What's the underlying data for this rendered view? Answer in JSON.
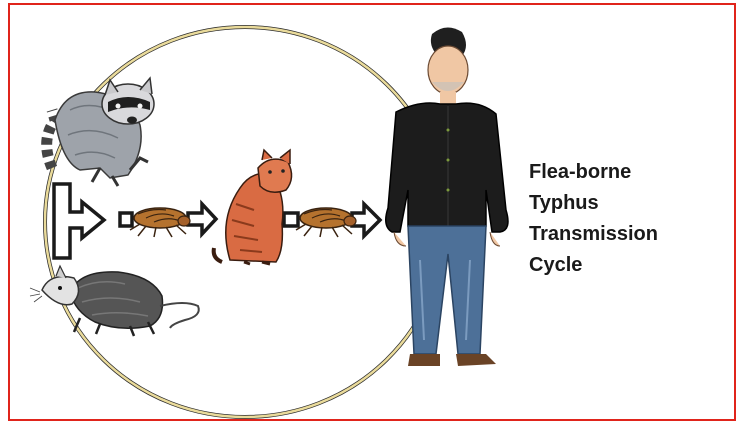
{
  "title_lines": [
    "Flea-borne",
    "Typhus",
    "Transmission",
    "Cycle"
  ],
  "colors": {
    "border": "#e0241b",
    "cycle_ring": "#eadb9b",
    "arrow": "#1a1a1a",
    "flea_body": "#b5722e",
    "cat_fur": "#d96b43",
    "shirt": "#1c1c1c",
    "jeans": "#4d7098"
  },
  "icons": [
    "raccoon",
    "opossum",
    "flea",
    "cat",
    "flea",
    "man"
  ]
}
